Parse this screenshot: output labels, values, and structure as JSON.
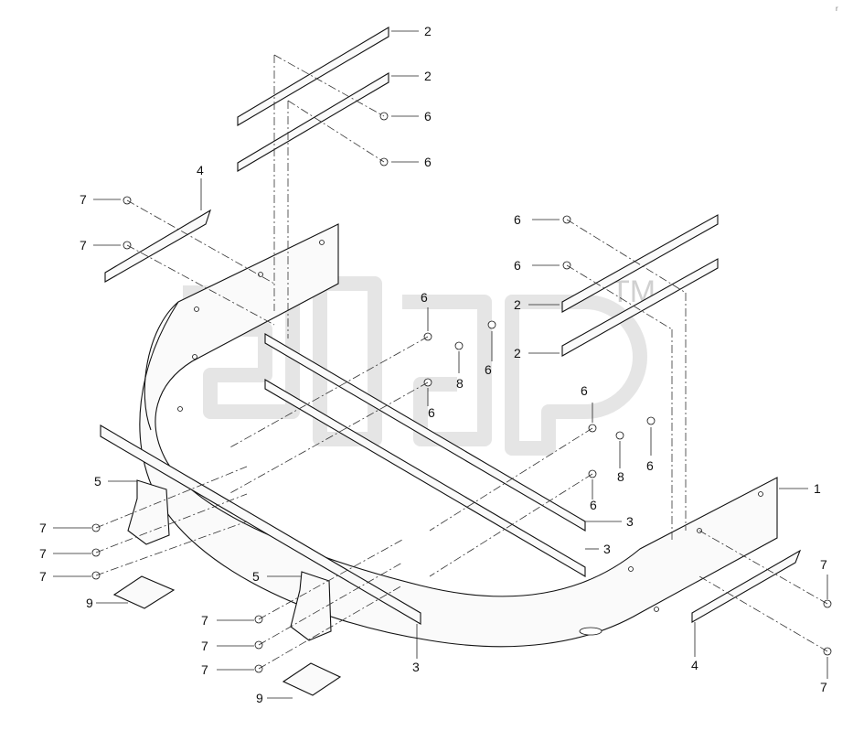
{
  "diagram": {
    "type": "exploded parts diagram",
    "watermark_tm": "TM",
    "corner_mark": "r",
    "callouts": [
      {
        "id": "c1",
        "text": "2"
      },
      {
        "id": "c2",
        "text": "2"
      },
      {
        "id": "c3",
        "text": "6"
      },
      {
        "id": "c4",
        "text": "6"
      },
      {
        "id": "c5",
        "text": "4"
      },
      {
        "id": "c6",
        "text": "7"
      },
      {
        "id": "c7",
        "text": "7"
      },
      {
        "id": "c8",
        "text": "6"
      },
      {
        "id": "c9",
        "text": "6"
      },
      {
        "id": "c10",
        "text": "2"
      },
      {
        "id": "c11",
        "text": "2"
      },
      {
        "id": "c12",
        "text": "6"
      },
      {
        "id": "c13",
        "text": "8"
      },
      {
        "id": "c14",
        "text": "6"
      },
      {
        "id": "c15",
        "text": "6"
      },
      {
        "id": "c16",
        "text": "6"
      },
      {
        "id": "c17",
        "text": "8"
      },
      {
        "id": "c18",
        "text": "6"
      },
      {
        "id": "c19",
        "text": "6"
      },
      {
        "id": "c20",
        "text": "1"
      },
      {
        "id": "c21",
        "text": "3"
      },
      {
        "id": "c22",
        "text": "3"
      },
      {
        "id": "c23",
        "text": "3"
      },
      {
        "id": "c24",
        "text": "5"
      },
      {
        "id": "c25",
        "text": "7"
      },
      {
        "id": "c26",
        "text": "7"
      },
      {
        "id": "c27",
        "text": "7"
      },
      {
        "id": "c28",
        "text": "9"
      },
      {
        "id": "c29",
        "text": "5"
      },
      {
        "id": "c30",
        "text": "7"
      },
      {
        "id": "c31",
        "text": "7"
      },
      {
        "id": "c32",
        "text": "7"
      },
      {
        "id": "c33",
        "text": "9"
      },
      {
        "id": "c34",
        "text": "4"
      },
      {
        "id": "c35",
        "text": "7"
      },
      {
        "id": "c36",
        "text": "7"
      }
    ]
  }
}
